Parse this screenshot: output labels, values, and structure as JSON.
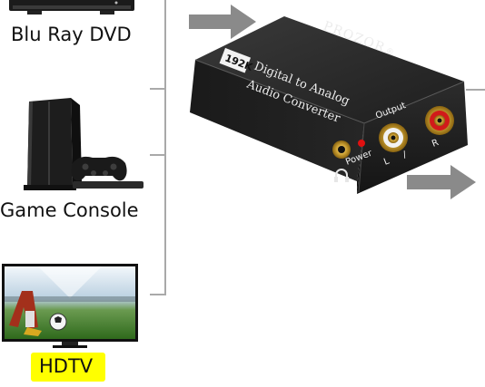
{
  "sources": [
    {
      "label": "Blu Ray DVD",
      "icon": "blu-ray-player-icon"
    },
    {
      "label": "Game Console",
      "icon": "game-console-icon"
    },
    {
      "label": "HDTV",
      "icon": "hdtv-icon",
      "highlight_color": "#ffff00"
    }
  ],
  "device": {
    "brand": "PROZOR",
    "brand_mark": "®",
    "badge": "192K",
    "title_line1": "Digital to Analog",
    "title_line2": "Audio Converter",
    "output_label": "Output",
    "power_label": "Power",
    "left_label": "L",
    "slash": "/",
    "right_label": "R"
  },
  "colors": {
    "arrow": "#8a8a8a",
    "bracket": "#a9a9a9",
    "device_body": "#2b2b2b",
    "rca_left": "#f2f2f2",
    "rca_right": "#d11a1a",
    "power_led": "#e01010"
  }
}
